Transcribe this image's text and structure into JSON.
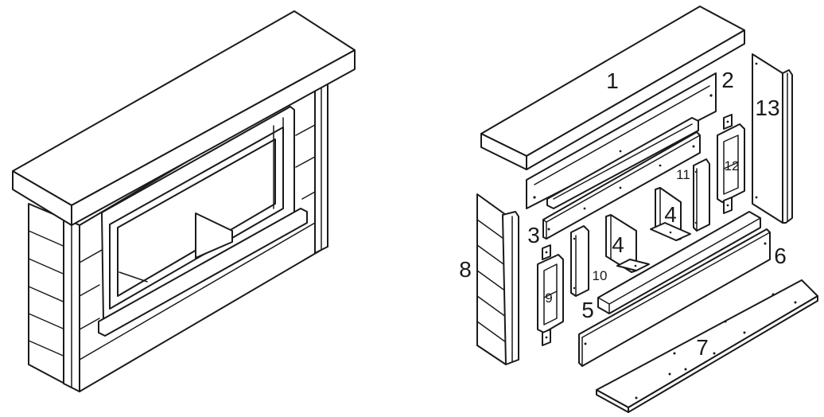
{
  "diagram": {
    "parts": [
      {
        "id": "top-board",
        "number": "1"
      },
      {
        "id": "back-rail",
        "number": "2"
      },
      {
        "id": "lower-rail",
        "number": "3"
      },
      {
        "id": "support-bracket-left",
        "number": "4"
      },
      {
        "id": "support-bracket-right",
        "number": "4"
      },
      {
        "id": "front-trim",
        "number": "5"
      },
      {
        "id": "base-front-rail",
        "number": "6"
      },
      {
        "id": "floor-panel",
        "number": "7"
      },
      {
        "id": "left-side-panel",
        "number": "8"
      },
      {
        "id": "left-leg-frame",
        "number": "9"
      },
      {
        "id": "left-upright",
        "number": "10"
      },
      {
        "id": "right-upright",
        "number": "11"
      },
      {
        "id": "right-leg-frame",
        "number": "12"
      },
      {
        "id": "right-side-panel",
        "number": "13"
      }
    ]
  }
}
